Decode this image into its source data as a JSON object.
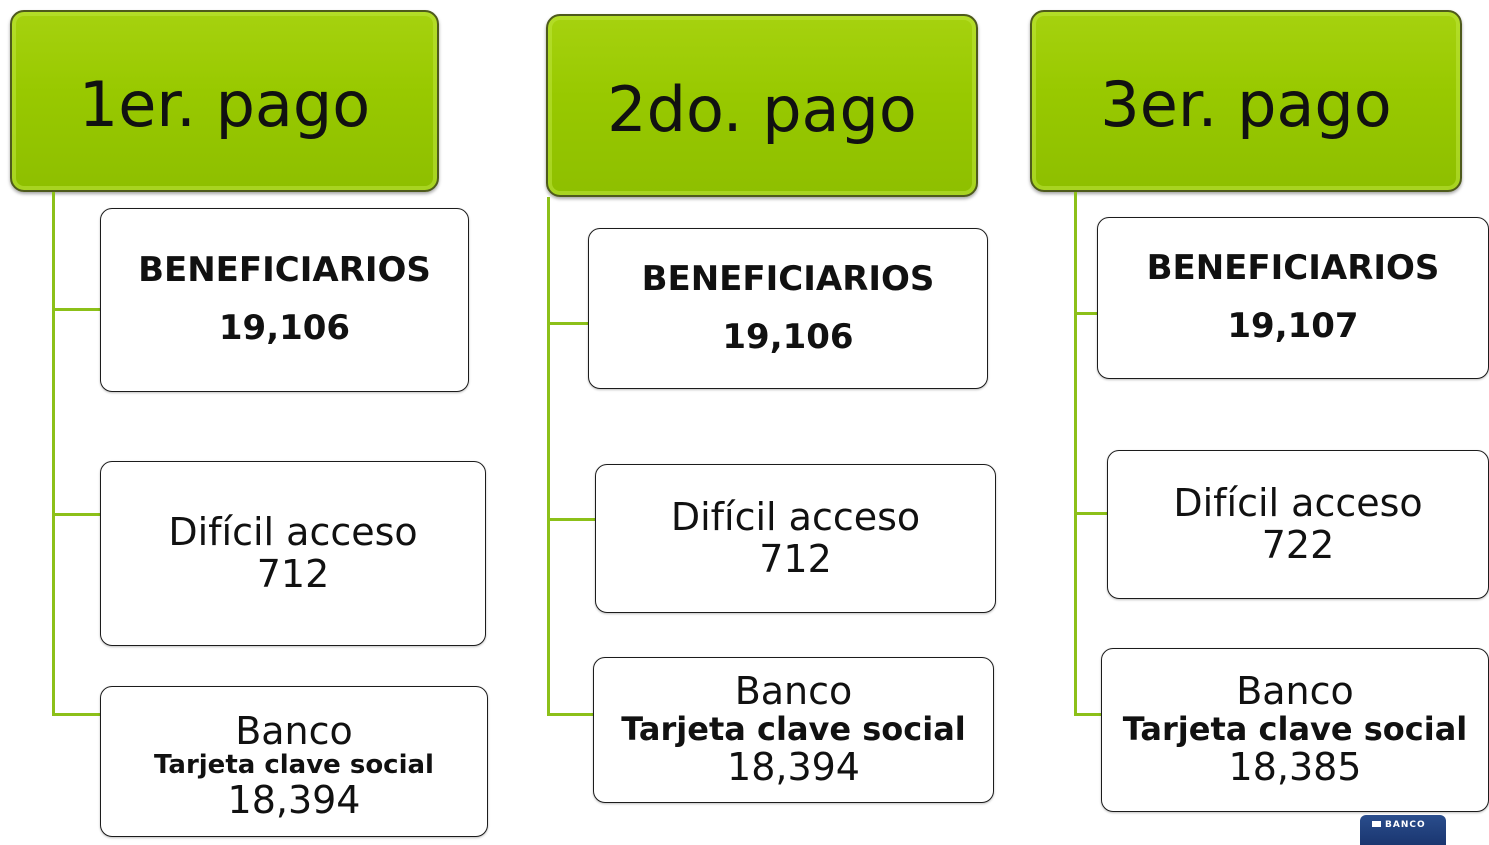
{
  "columns": [
    {
      "header": "1er. pago",
      "beneficiarios": {
        "label": "BENEFICIARIOS",
        "value": "19,106"
      },
      "dificil": {
        "label": "Difícil acceso",
        "value": "712"
      },
      "banco": {
        "label": "Banco",
        "sublabel": "Tarjeta clave social",
        "value": "18,394"
      }
    },
    {
      "header": "2do. pago",
      "beneficiarios": {
        "label": "BENEFICIARIOS",
        "value": "19,106"
      },
      "dificil": {
        "label": "Difícil acceso",
        "value": "712"
      },
      "banco": {
        "label": "Banco",
        "sublabel": "Tarjeta clave social",
        "value": "18,394"
      }
    },
    {
      "header": "3er. pago",
      "beneficiarios": {
        "label": "BENEFICIARIOS",
        "value": "19,107"
      },
      "dificil": {
        "label": "Difícil acceso",
        "value": "722"
      },
      "banco": {
        "label": "Banco",
        "sublabel": "Tarjeta clave social",
        "value": "18,385"
      }
    }
  ],
  "logo": {
    "text": "BANCO"
  },
  "colors": {
    "header_fill": "#98c900",
    "connector": "#8cc019",
    "header_border": "#4e5a1c"
  }
}
